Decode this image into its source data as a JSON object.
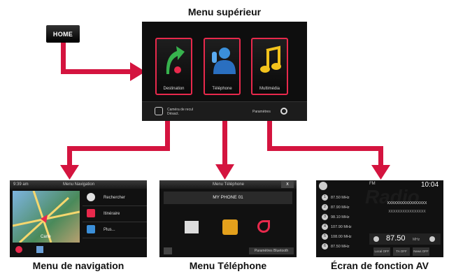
{
  "captions": {
    "top_menu": "Menu supérieur",
    "navigation": "Menu de navigation",
    "telephone": "Menu Téléphone",
    "av": "Écran de fonction AV"
  },
  "home_key": "HOME",
  "top_menu": {
    "tiles": [
      "Destination",
      "Téléphone",
      "Multimédia"
    ],
    "camera_text_1": "Caméra de recul",
    "camera_text_2": "Désact.",
    "settings_text": "Paramètres",
    "accent": "#e8294c"
  },
  "nav_screen": {
    "time": "9:39 am",
    "title": "Menu Navigation",
    "items": [
      "Rechercher",
      "Itinéraire",
      "Plus..."
    ],
    "map_label": "Carte"
  },
  "phone_screen": {
    "title": "Menu Téléphone",
    "close": "x",
    "phone_name": "MY PHONE 01",
    "footer_button": "Paramètres Bluetooth"
  },
  "av_screen": {
    "band": "FM",
    "time": "10:04",
    "presets": [
      {
        "n": "1",
        "freq": "87.50",
        "unit": "MHz"
      },
      {
        "n": "2",
        "freq": "87.90",
        "unit": "MHz"
      },
      {
        "n": "3",
        "freq": "98.10",
        "unit": "MHz"
      },
      {
        "n": "4",
        "freq": "107.90",
        "unit": "MHz"
      },
      {
        "n": "5",
        "freq": "108.00",
        "unit": "MHz"
      },
      {
        "n": "6",
        "freq": "87.50",
        "unit": "MHz"
      }
    ],
    "station_1": "XXXXXXXXXXXXXXXXX",
    "station_2": "XXXXXXXXXXXXXXXX",
    "current_freq": "87.50",
    "current_unit": "MHz",
    "bottom_buttons": [
      "Local OFF",
      "TA OFF",
      "News OFF"
    ],
    "watermark": "Radio"
  },
  "arrow_color": "#d4143f"
}
